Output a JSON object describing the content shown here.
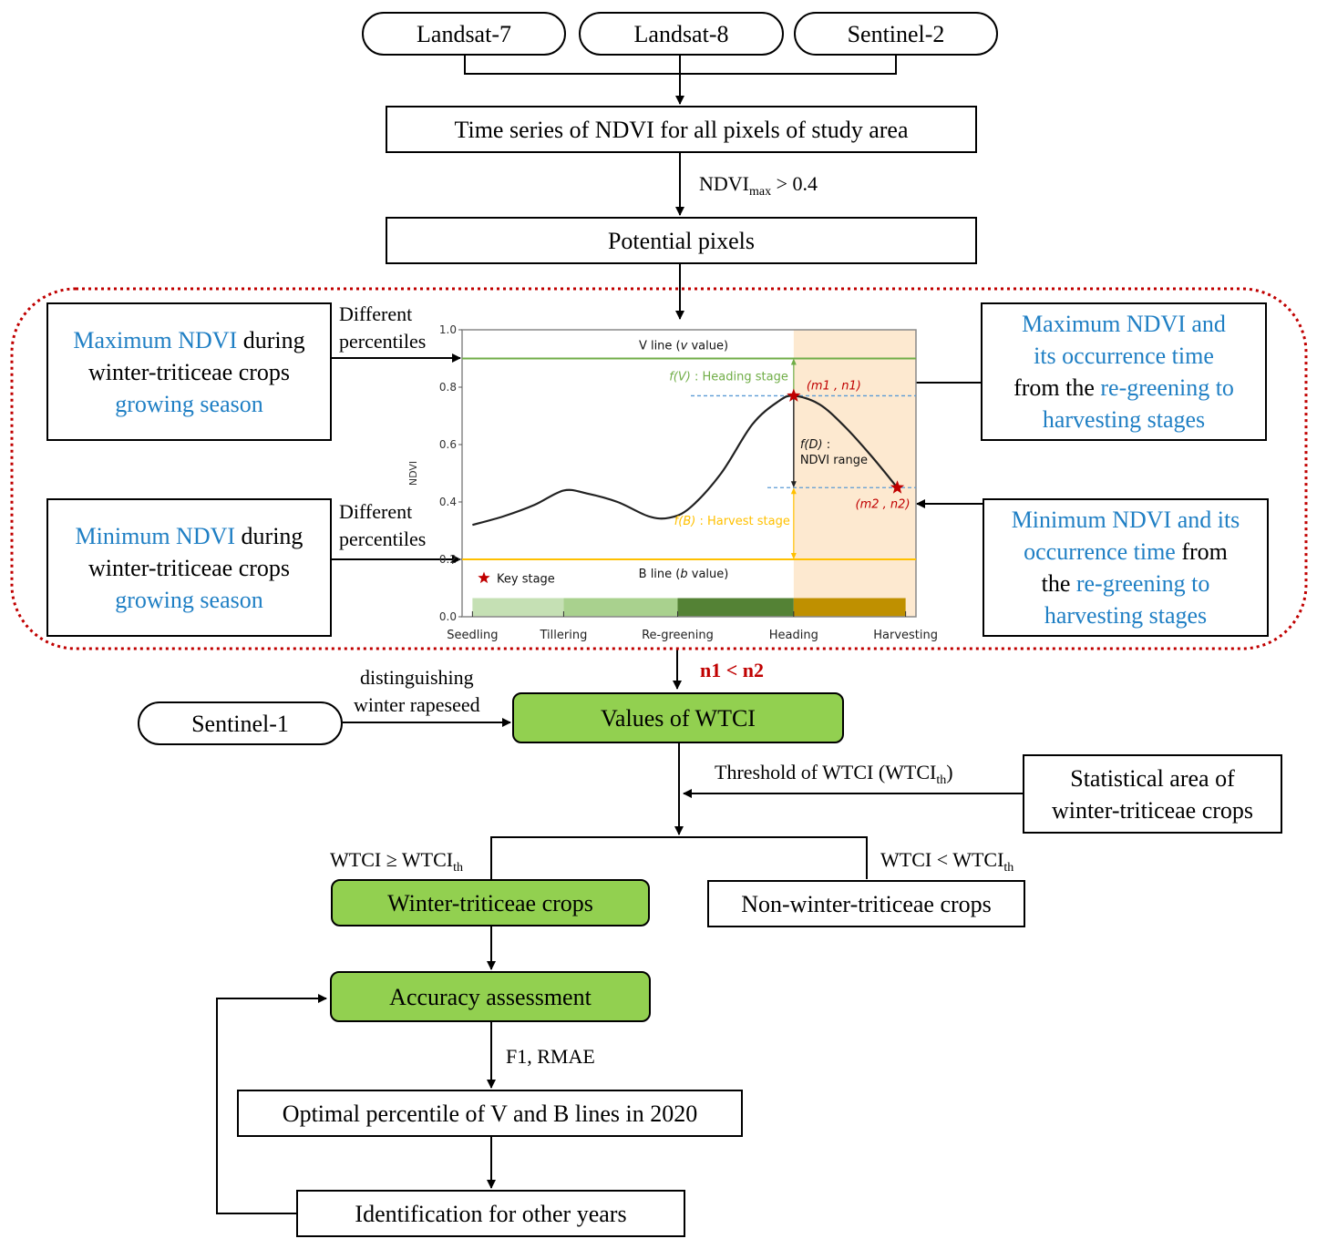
{
  "sources_top": [
    "Landsat-7",
    "Landsat-8",
    "Sentinel-2"
  ],
  "step_timeseries": "Time series of NDVI for all pixels of study area",
  "condition_ndvi": {
    "main": "NDVI",
    "sub": "max",
    "rest": " > 0.4"
  },
  "step_potential": "Potential pixels",
  "left_max_box": {
    "blue1": "Maximum NDVI",
    "black1": " during",
    "black2": "winter-triticeae crops",
    "blue2": "growing season"
  },
  "left_min_box": {
    "blue1": "Minimum NDVI",
    "black1": " during",
    "black2": "winter-triticeae crops",
    "blue2": "growing season"
  },
  "diff_percentiles_1": [
    "Different",
    "percentiles"
  ],
  "diff_percentiles_2": [
    "Different",
    "percentiles"
  ],
  "right_max_box": {
    "l1": "Maximum NDVI and",
    "l2": "its occurrence time",
    "l3_black": "from the ",
    "l3_blue": "re-greening to",
    "l4": "harvesting stages"
  },
  "right_min_box": {
    "l1": "Minimum NDVI and its",
    "l2_blue": "occurrence time",
    "l2_black": " from",
    "l3_black": "the ",
    "l3_blue": "re-greening to",
    "l4": "harvesting stages"
  },
  "condition_n": "n1 < n2",
  "sentinel1": "Sentinel-1",
  "rapeseed_label": [
    "distinguishing",
    "winter rapeseed"
  ],
  "step_wtci": "Values of WTCI",
  "threshold_label": {
    "main": "Threshold of WTCI (WTCI",
    "sub": "th",
    "end": ")"
  },
  "statistical_box": [
    "Statistical area of",
    "winter-triticeae crops"
  ],
  "branch_ge": {
    "main": "WTCI ≥ WTCI",
    "sub": "th"
  },
  "branch_lt": {
    "main": "WTCI < WTCI",
    "sub": "th"
  },
  "step_winter": "Winter-triticeae crops",
  "step_nonwinter": "Non-winter-triticeae crops",
  "step_accuracy": "Accuracy assessment",
  "metrics_label": "F1, RMAE",
  "step_optimal": "Optimal percentile of V and B lines in 2020",
  "step_other_years": "Identification for other years",
  "colors": {
    "green_box": "#92d050",
    "blue_text": "#1f7fc4",
    "dotted_border": "#c00000",
    "condition_red": "#c00000"
  },
  "chart_data": {
    "type": "line",
    "ylabel": "NDVI",
    "ylim": [
      0.0,
      1.0
    ],
    "yticks": [
      "0.0",
      "0.2",
      "0.4",
      "0.6",
      "0.8",
      "1.0"
    ],
    "x_stage_labels": [
      "Seedling",
      "Tillering",
      "Re-greening",
      "Heading",
      "Harvesting"
    ],
    "x_stage_positions": [
      0,
      0.88,
      1.98,
      3.1,
      4.18
    ],
    "curve": {
      "x": [
        0,
        0.3,
        0.6,
        0.88,
        1.1,
        1.4,
        1.7,
        1.9,
        2.1,
        2.4,
        2.7,
        2.95,
        3.1,
        3.35,
        3.6,
        3.85,
        4.1
      ],
      "y": [
        0.32,
        0.35,
        0.39,
        0.44,
        0.43,
        0.4,
        0.35,
        0.345,
        0.38,
        0.5,
        0.67,
        0.75,
        0.77,
        0.74,
        0.66,
        0.56,
        0.45
      ]
    },
    "v_line": {
      "label_pre": "V line (",
      "label_italic": "v",
      "label_post": " value)",
      "y": 0.9,
      "color": "#70ad47"
    },
    "b_line": {
      "label_pre": "B line (",
      "label_italic": "b",
      "label_post": " value)",
      "y": 0.2,
      "color": "#ffc000"
    },
    "key_points": [
      {
        "label": "(m1 , n1)",
        "x": 3.1,
        "y": 0.77
      },
      {
        "label": "(m2 , n2)",
        "x": 4.1,
        "y": 0.45
      }
    ],
    "annotations": {
      "fV": {
        "italic": "f(V)",
        "text": " : Heading stage"
      },
      "fB": {
        "italic": "f(B)",
        "text": " : Harvest stage"
      },
      "fD": {
        "italic": "f(D)",
        "text": " :",
        "line2": "NDVI range"
      },
      "legend": "Key stage"
    },
    "stage_bands": [
      {
        "from": 0,
        "to": 0.88,
        "color": "#c5e0b4"
      },
      {
        "from": 0.88,
        "to": 1.98,
        "color": "#a9d18e"
      },
      {
        "from": 1.98,
        "to": 3.1,
        "color": "#548235"
      },
      {
        "from": 3.1,
        "to": 4.18,
        "color": "#bf9000"
      }
    ],
    "highlight_region": {
      "from": 3.1,
      "to": 4.28,
      "color": "#fde9d0"
    },
    "grid": false
  }
}
